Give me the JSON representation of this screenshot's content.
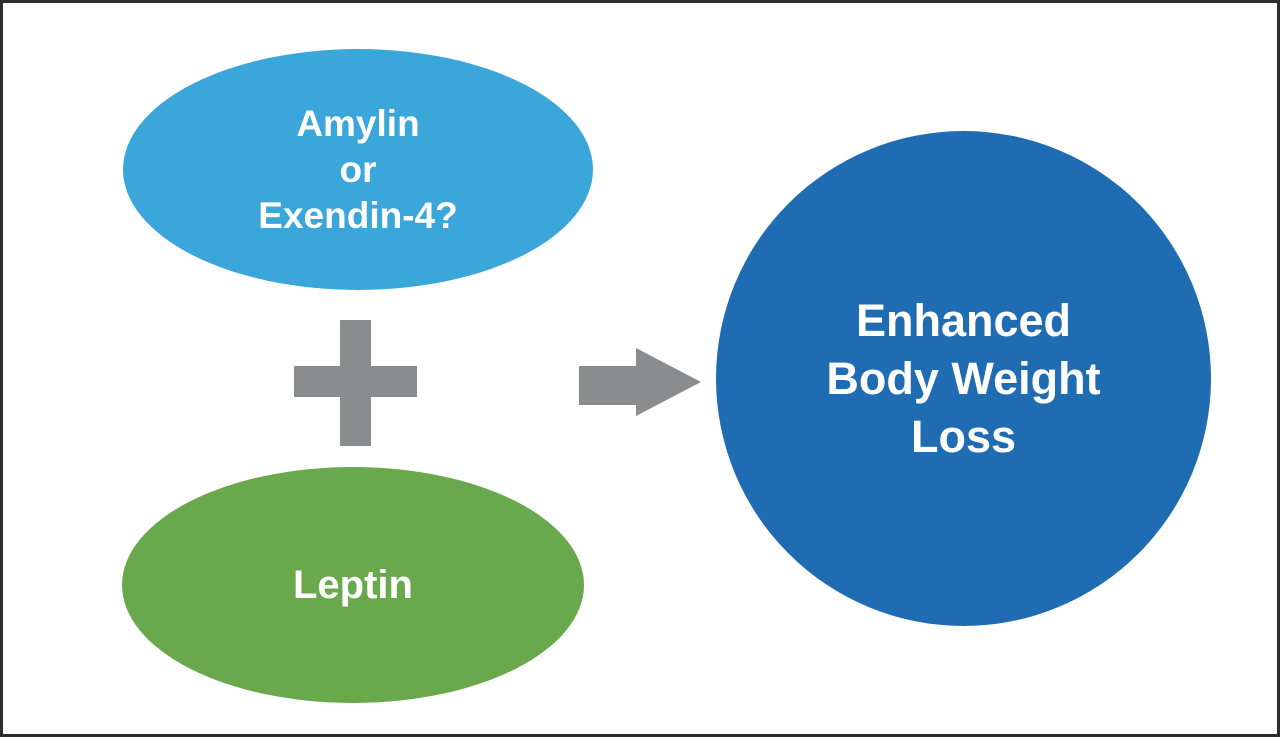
{
  "figure": {
    "type": "diagram",
    "background_color": "#ffffff",
    "border_color": "#2d2d2d",
    "nodes": {
      "input_top": {
        "shape": "ellipse",
        "label": "Amylin\nor\nExendin-4?",
        "fill_color": "#3ba6da",
        "text_color": "#ffffff"
      },
      "input_bottom": {
        "shape": "ellipse",
        "label": "Leptin",
        "fill_color": "#6aa84d",
        "text_color": "#ffffff"
      },
      "outcome": {
        "shape": "circle",
        "label": "Enhanced\nBody Weight\nLoss",
        "fill_color": "#1f6cb2",
        "text_color": "#ffffff"
      }
    },
    "operators": {
      "plus": {
        "icon": "plus-icon",
        "meaning": "combination",
        "color": "#8a8c8e"
      },
      "arrow": {
        "icon": "arrow-right-icon",
        "meaning": "results-in",
        "color": "#8a8c8e"
      }
    }
  }
}
